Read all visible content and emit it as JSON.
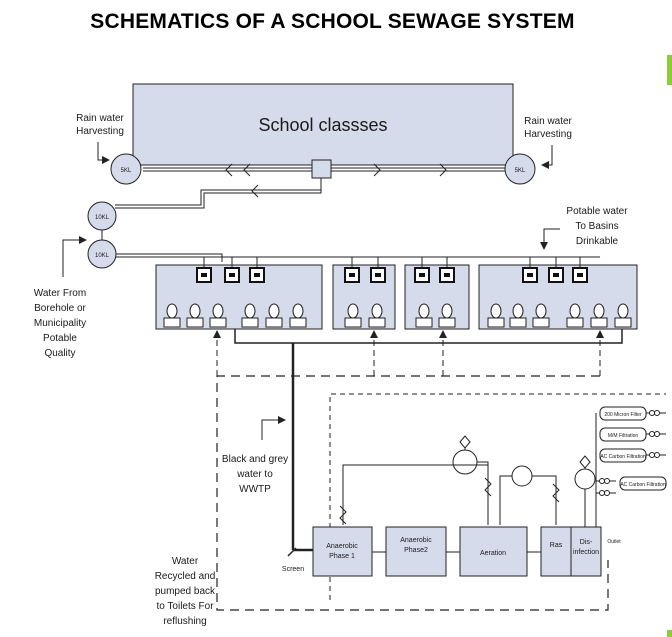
{
  "title": "SCHEMATICS OF A SCHOOL SEWAGE SYSTEM",
  "school_label": "School classses",
  "rain_left": [
    "Rain water",
    "Harvesting"
  ],
  "rain_right": [
    "Rain water",
    "Harvesting"
  ],
  "tank_left": "5KL",
  "tank_right": "5KL",
  "tank_a": "10KL",
  "tank_b": "10KL",
  "potable_label": [
    "Potable water",
    "To Basins",
    "Drinkable"
  ],
  "borehole_label": [
    "Water From",
    "Borehole or",
    "Municipality",
    "Potable",
    "Quality"
  ],
  "black_grey_label": [
    "Black and grey",
    "water to",
    "WWTP"
  ],
  "recycled_label": [
    "Water",
    "Recycled and",
    "pumped back",
    "to Toilets For",
    "reflushing"
  ],
  "screen_label": "Screen",
  "process_units": [
    [
      "Anaerobic",
      "Phase 1"
    ],
    [
      "Anaerobic",
      "Phase2"
    ],
    [
      "Aeration"
    ],
    [
      "Ras"
    ],
    [
      "Dis-",
      "infection"
    ]
  ],
  "outlet_label": "Outlet",
  "filters": [
    "200 Micron Filter",
    "M/M Filtration",
    "AC Carbon Filtration"
  ],
  "filter_side": "AC Carbon Filtration",
  "colors": {
    "block_fill": "#d5dbeb",
    "stroke": "#222222",
    "accent": "#8ccc3a"
  }
}
